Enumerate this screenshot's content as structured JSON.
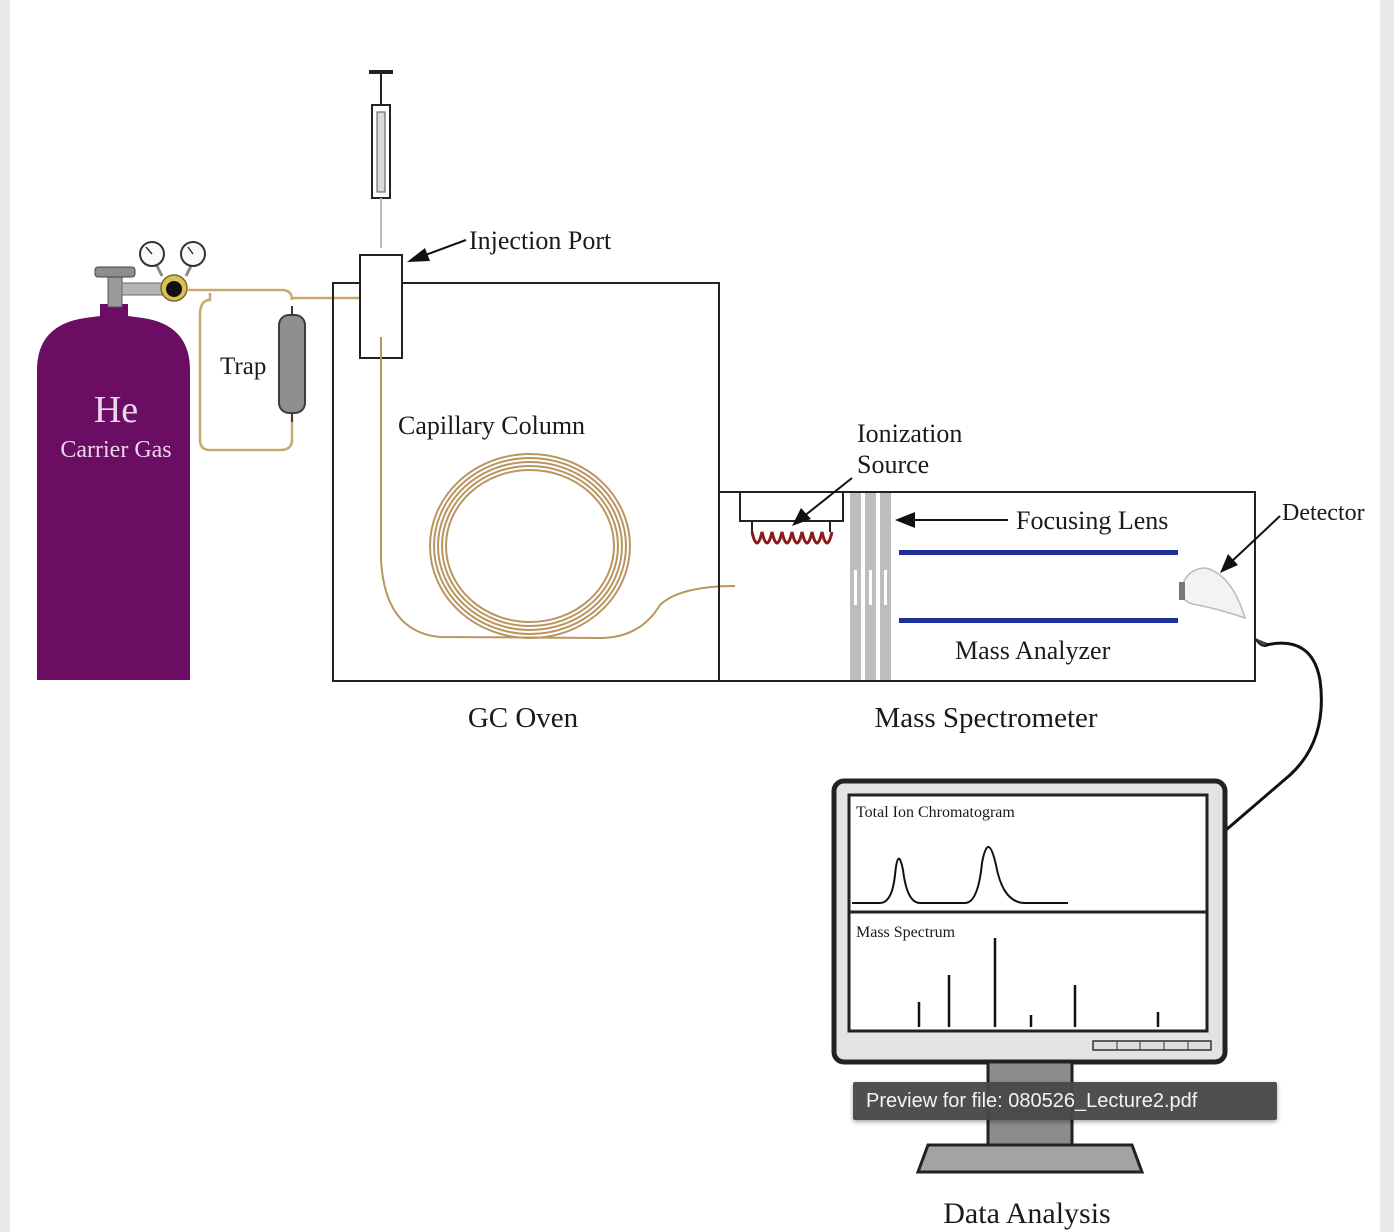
{
  "diagram": {
    "labels": {
      "injection_port": "Injection Port",
      "trap": "Trap",
      "he": "He",
      "carrier_gas": "Carrier Gas",
      "capillary_column": "Capillary Column",
      "ionization_line1": "Ionization",
      "ionization_line2": "Source",
      "focusing_lens": "Focusing Lens",
      "detector": "Detector",
      "mass_analyzer": "Mass Analyzer",
      "gc_oven": "GC Oven",
      "mass_spectrometer": "Mass Spectrometer",
      "data_analysis": "Data Analysis"
    },
    "monitor": {
      "tic_title": "Total Ion Chromatogram",
      "ms_title": "Mass Spectrum"
    }
  },
  "tooltip": {
    "text": "Preview for file: 080526_Lecture2.pdf"
  },
  "colors": {
    "cylinder": "#6b0d63",
    "column": "#b99560",
    "rods": "#1f2f9a",
    "filament": "#8a1c1c"
  }
}
